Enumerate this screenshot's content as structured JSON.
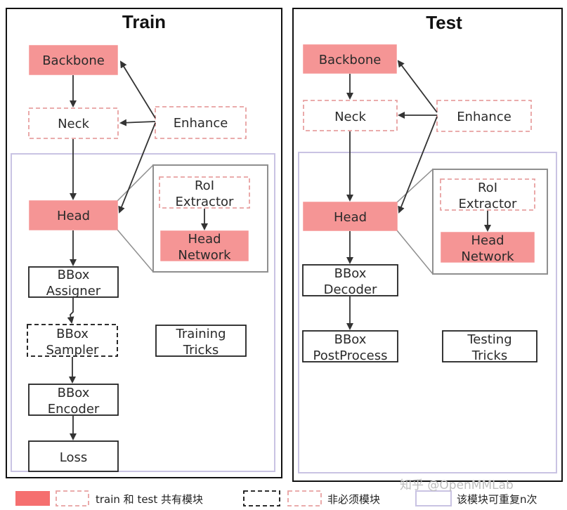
{
  "train": {
    "title": "Train",
    "backbone": "Backbone",
    "neck": "Neck",
    "enhance": "Enhance",
    "head": "Head",
    "roi_extractor": [
      "RoI",
      "Extractor"
    ],
    "head_network": [
      "Head",
      "Network"
    ],
    "bbox_assigner": [
      "BBox",
      "Assigner"
    ],
    "bbox_sampler": [
      "BBox",
      "Sampler"
    ],
    "training_tricks": [
      "Training",
      "Tricks"
    ],
    "bbox_encoder": [
      "BBox",
      "Encoder"
    ],
    "loss": "Loss"
  },
  "test": {
    "title": "Test",
    "backbone": "Backbone",
    "neck": "Neck",
    "enhance": "Enhance",
    "head": "Head",
    "roi_extractor": [
      "RoI",
      "Extractor"
    ],
    "head_network": [
      "Head",
      "Network"
    ],
    "bbox_decoder": [
      "BBox",
      "Decoder"
    ],
    "bbox_postprocess": [
      "BBox",
      "PostProcess"
    ],
    "testing_tricks": [
      "Testing",
      "Tricks"
    ]
  },
  "legend": {
    "shared": "train 和 test 共有模块",
    "optional": "非必须模块",
    "repeatable": "该模块可重复n次"
  },
  "watermark": "知乎 @OpenMMLab",
  "colors": {
    "shared_fill": "#f59595",
    "optional_border": "#e8a0a0",
    "repeat_border": "#c9c3e3"
  }
}
